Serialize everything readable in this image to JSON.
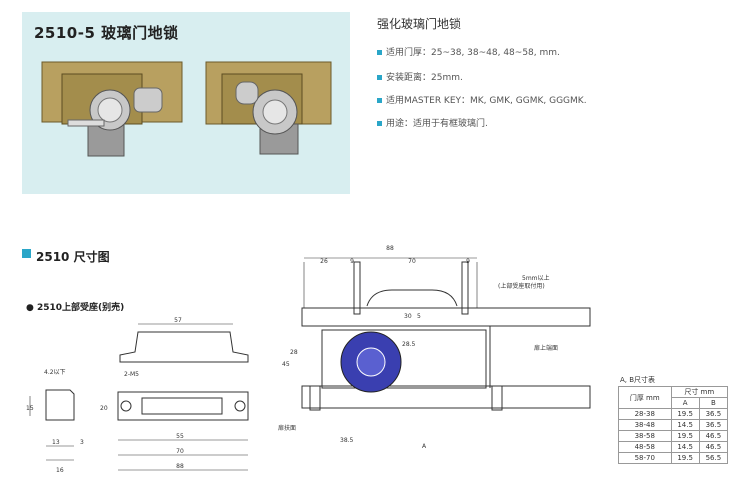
{
  "product": {
    "model_title": "2510-5 玻璃门地锁",
    "spec_title": "强化玻璃门地锁",
    "specs": [
      "适用门厚：25~38, 38~48, 48~58, mm.",
      "安装距离：25mm.",
      "适用MASTER KEY：MK, GMK, GGMK, GGGMK.",
      "用途：适用于有框玻璃门."
    ]
  },
  "dimensions": {
    "section_title": "2510 尺寸图",
    "subtitle": "● 2510上部受座(别売)",
    "left_drawing": {
      "labels": [
        "57",
        "4.2以下",
        "2-M5",
        "15",
        "20",
        "55",
        "70",
        "88",
        "13",
        "3",
        "16"
      ]
    },
    "right_drawing": {
      "labels": [
        "88",
        "26",
        "9",
        "70",
        "9",
        "30",
        "5",
        "28.5",
        "45",
        "28",
        "38.5",
        "A",
        "5mm以上",
        "(上部受座取付用)",
        "扉上端面",
        "扉扶面"
      ]
    },
    "table": {
      "caption": "A, B尺寸表",
      "headers": [
        "门厚 mm",
        "A",
        "B"
      ],
      "unit_header": "尺寸 mm",
      "rows": [
        [
          "28-38",
          "19.5",
          "36.5"
        ],
        [
          "38-48",
          "14.5",
          "36.5"
        ],
        [
          "38-58",
          "19.5",
          "46.5"
        ],
        [
          "48-58",
          "14.5",
          "46.5"
        ],
        [
          "58-70",
          "19.5",
          "56.5"
        ]
      ]
    }
  }
}
